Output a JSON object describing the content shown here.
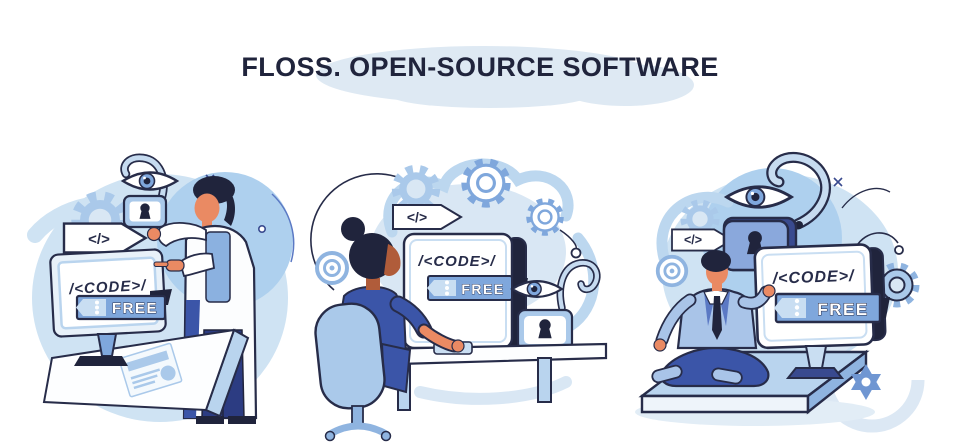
{
  "title": "FLOSS. OPEN-SOURCE SOFTWARE",
  "scenes": [
    {
      "id": "researcher-with-open-lock",
      "code_text": "/<CODE>/",
      "free_label": "FREE",
      "tag_label": "</>"
    },
    {
      "id": "developer-at-workstation",
      "code_text": "/<CODE>/",
      "free_label": "FREE",
      "tag_label": "</>"
    },
    {
      "id": "meditating-developer",
      "code_text": "/<CODE>/",
      "free_label": "FREE",
      "tag_label": "</>"
    }
  ],
  "icons": {
    "eye": "transparency-eye",
    "open_padlock": "unlocked-padlock",
    "gear": "settings-gear",
    "code_tag": "code-tag-banner",
    "target": "concentric-target",
    "star": "six-point-star",
    "document": "paper-document",
    "monitor": "monitor-with-code"
  },
  "palette": {
    "outline": "#272c49",
    "navy": "#20243c",
    "royal": "#3b55a8",
    "medium_blue": "#7fa7dc",
    "light_blue": "#aac9ea",
    "pale_blue": "#c9def2",
    "cloud": "#d9e7f4",
    "blob": "#cfe3f3",
    "skin": "#ea8a63",
    "skin_shade": "#b05c3a",
    "white": "#ffffff",
    "title_ink": "#20243c"
  }
}
